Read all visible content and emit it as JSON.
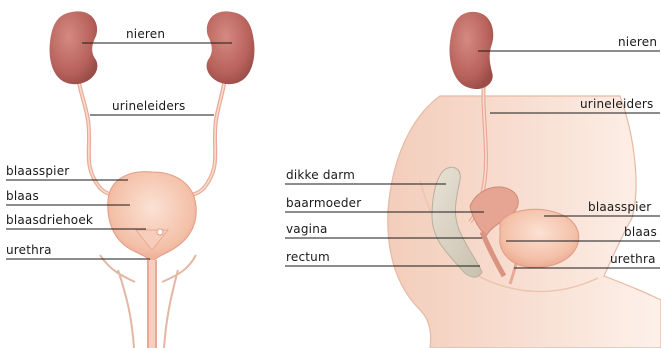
{
  "front_view": {
    "labels": {
      "kidneys": "nieren",
      "ureters": "urineleiders",
      "bladder_muscle": "blaasspier",
      "bladder": "blaas",
      "trigone": "blaasdriehoek",
      "urethra": "urethra"
    }
  },
  "side_view": {
    "labels": {
      "kidney": "nieren",
      "ureter": "urineleiders",
      "colon": "dikke darm",
      "uterus": "baarmoeder",
      "vagina": "vagina",
      "rectum": "rectum",
      "bladder_muscle": "blaasspier",
      "bladder": "blaas",
      "urethra": "urethra"
    }
  },
  "colors": {
    "kidney": "#b8625c",
    "bladder": "#f2b8a0",
    "body_skin": "#f6d9cb",
    "colon": "#d9d2c4",
    "line": "#1a1a1a"
  }
}
